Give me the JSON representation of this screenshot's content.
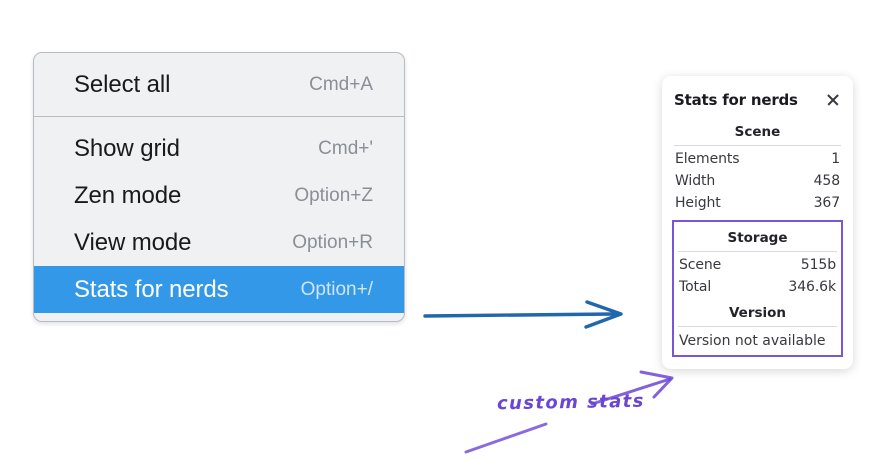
{
  "context_menu": {
    "name": "canvas-context-menu",
    "sections": [
      {
        "items": [
          {
            "label": "Select all",
            "shortcut": "Cmd+A",
            "selected": false
          }
        ]
      },
      {
        "items": [
          {
            "label": "Show grid",
            "shortcut": "Cmd+'",
            "selected": false
          },
          {
            "label": "Zen mode",
            "shortcut": "Option+Z",
            "selected": false
          },
          {
            "label": "View mode",
            "shortcut": "Option+R",
            "selected": false
          },
          {
            "label": "Stats for nerds",
            "shortcut": "Option+/",
            "selected": true
          }
        ]
      }
    ]
  },
  "stats_panel": {
    "title": "Stats for nerds",
    "close_icon": "close-icon",
    "scene": {
      "heading": "Scene",
      "rows": [
        {
          "key": "Elements",
          "value": "1"
        },
        {
          "key": "Width",
          "value": "458"
        },
        {
          "key": "Height",
          "value": "367"
        }
      ]
    },
    "storage": {
      "heading": "Storage",
      "rows": [
        {
          "key": "Scene",
          "value": "515b"
        },
        {
          "key": "Total",
          "value": "346.6k"
        }
      ]
    },
    "version": {
      "heading": "Version",
      "text": "Version not available"
    }
  },
  "annotations": {
    "custom_stats_label": "custom stats",
    "blue_arrow_color": "#2067ac",
    "purple_color": "#6b46d6",
    "highlight_border_color": "#7a55d6",
    "menu_selected_color": "#3498e8"
  }
}
